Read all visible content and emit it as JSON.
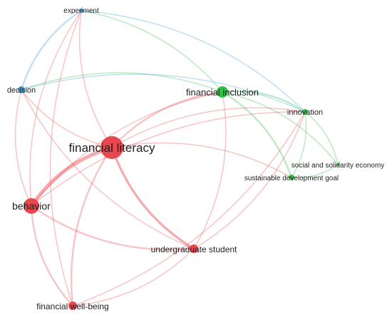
{
  "clusters": {
    "red": "#e8474e",
    "green": "#2fbf4a",
    "blue": "#3f9ddb"
  },
  "nodes": [
    {
      "id": "financial-literacy",
      "label": "financial literacy",
      "cluster": "red",
      "weight": 5
    },
    {
      "id": "behavior",
      "label": "behavior",
      "cluster": "red",
      "weight": 4
    },
    {
      "id": "undergraduate-student",
      "label": "undergraduate student",
      "cluster": "red",
      "weight": 3
    },
    {
      "id": "financial-well-being",
      "label": "financial well-being",
      "cluster": "red",
      "weight": 2
    },
    {
      "id": "financial-inclusion",
      "label": "financial inclusion",
      "cluster": "green",
      "weight": 4
    },
    {
      "id": "innovation",
      "label": "innovation",
      "cluster": "green",
      "weight": 2
    },
    {
      "id": "social-and-solidarity-economy",
      "label": "social and solidarity economy",
      "cluster": "green",
      "weight": 1
    },
    {
      "id": "sustainable-development-goal",
      "label": "sustainable development goal",
      "cluster": "green",
      "weight": 2
    },
    {
      "id": "decision",
      "label": "decision",
      "cluster": "blue",
      "weight": 2
    },
    {
      "id": "experiment",
      "label": "experiment",
      "cluster": "blue",
      "weight": 1
    }
  ],
  "links": [
    {
      "source": "financial-literacy",
      "target": "behavior",
      "strength": 5
    },
    {
      "source": "financial-literacy",
      "target": "undergraduate-student",
      "strength": 3
    },
    {
      "source": "financial-literacy",
      "target": "financial-well-being",
      "strength": 2
    },
    {
      "source": "financial-literacy",
      "target": "financial-inclusion",
      "strength": 2
    },
    {
      "source": "financial-literacy",
      "target": "innovation",
      "strength": 1
    },
    {
      "source": "financial-literacy",
      "target": "sustainable-development-goal",
      "strength": 1
    },
    {
      "source": "financial-literacy",
      "target": "decision",
      "strength": 1
    },
    {
      "source": "financial-literacy",
      "target": "experiment",
      "strength": 1
    },
    {
      "source": "behavior",
      "target": "undergraduate-student",
      "strength": 2
    },
    {
      "source": "behavior",
      "target": "financial-well-being",
      "strength": 2
    },
    {
      "source": "behavior",
      "target": "decision",
      "strength": 1
    },
    {
      "source": "behavior",
      "target": "financial-inclusion",
      "strength": 1
    },
    {
      "source": "behavior",
      "target": "innovation",
      "strength": 1
    },
    {
      "source": "behavior",
      "target": "experiment",
      "strength": 1
    },
    {
      "source": "undergraduate-student",
      "target": "financial-well-being",
      "strength": 1
    },
    {
      "source": "undergraduate-student",
      "target": "financial-inclusion",
      "strength": 1
    },
    {
      "source": "undergraduate-student",
      "target": "innovation",
      "strength": 1
    },
    {
      "source": "undergraduate-student",
      "target": "decision",
      "strength": 1
    },
    {
      "source": "financial-well-being",
      "target": "experiment",
      "strength": 1
    },
    {
      "source": "financial-well-being",
      "target": "innovation",
      "strength": 1
    },
    {
      "source": "financial-inclusion",
      "target": "innovation",
      "strength": 2
    },
    {
      "source": "financial-inclusion",
      "target": "sustainable-development-goal",
      "strength": 2
    },
    {
      "source": "financial-inclusion",
      "target": "social-and-solidarity-economy",
      "strength": 1
    },
    {
      "source": "financial-inclusion",
      "target": "decision",
      "strength": 1
    },
    {
      "source": "financial-inclusion",
      "target": "experiment",
      "strength": 1
    },
    {
      "source": "innovation",
      "target": "sustainable-development-goal",
      "strength": 1
    },
    {
      "source": "innovation",
      "target": "social-and-solidarity-economy",
      "strength": 1
    },
    {
      "source": "sustainable-development-goal",
      "target": "social-and-solidarity-economy",
      "strength": 1
    },
    {
      "source": "decision",
      "target": "experiment",
      "strength": 2
    },
    {
      "source": "decision",
      "target": "innovation",
      "strength": 1
    },
    {
      "source": "experiment",
      "target": "innovation",
      "strength": 1
    }
  ]
}
